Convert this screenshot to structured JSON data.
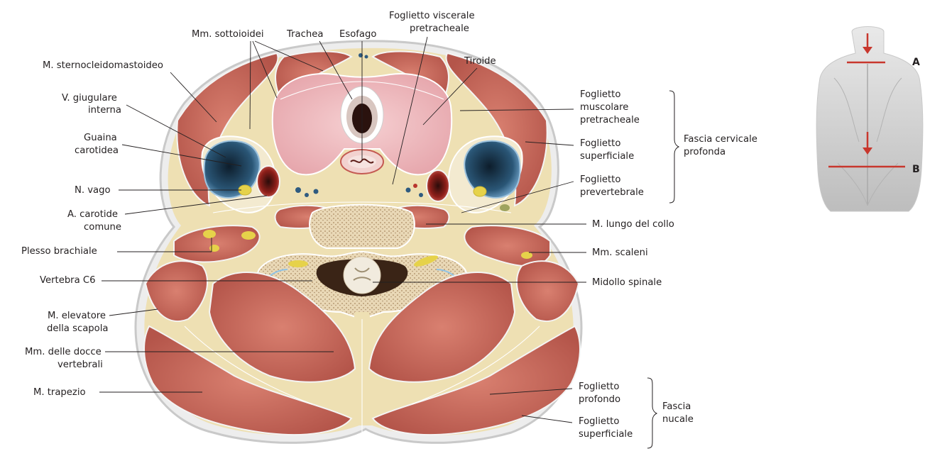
{
  "left_labels": {
    "sternocleido": "M. sternocleidomastoideo",
    "giugulare_1": "V. giugulare",
    "giugulare_2": "interna",
    "guaina_1": "Guaina",
    "guaina_2": "carotidea",
    "vago": "N. vago",
    "carotide_1": "A. carotide",
    "carotide_2": "comune",
    "plesso": "Plesso brachiale",
    "vertebra": "Vertebra C6",
    "elevatore_1": "M. elevatore",
    "elevatore_2": "della scapola",
    "docce_1": "Mm. delle docce",
    "docce_2": "vertebrali",
    "trapezio": "M. trapezio"
  },
  "top_labels": {
    "sottoioidei": "Mm. sottoioidei",
    "trachea": "Trachea",
    "esofago": "Esofago",
    "viscerale_1": "Foglietto viscerale",
    "viscerale_2": "pretracheale",
    "tiroide": "Tiroide"
  },
  "right_labels": {
    "muscolare_1": "Foglietto",
    "muscolare_2": "muscolare",
    "muscolare_3": "pretracheale",
    "superficiale_1": "Foglietto",
    "superficiale_2": "superficiale",
    "prevertebrale_1": "Foglietto",
    "prevertebrale_2": "prevertebrale",
    "fascia_cervicale_1": "Fascia cervicale",
    "fascia_cervicale_2": "profonda",
    "lungo_collo": "M. lungo del collo",
    "scaleni": "Mm. scaleni",
    "midollo": "Midollo spinale",
    "profondo_1": "Foglietto",
    "profondo_2": "profondo",
    "nucale_sup_1": "Foglietto",
    "nucale_sup_2": "superficiale",
    "fascia_nucale_1": "Fascia",
    "fascia_nucale_2": "nucale"
  },
  "inset": {
    "marker_a": "A",
    "marker_b": "B",
    "arrow_color": "#c8372d"
  },
  "colors": {
    "muscle": "#c96a5a",
    "muscle_dark": "#a84a3c",
    "fat": "#efe2b8",
    "bone": "#e8d6b4",
    "thyroid": "#f0bcc0",
    "vein": "#3a6f96",
    "artery": "#b8362e",
    "nerve": "#e6d24a",
    "fascia": "#ffffff",
    "skin": "#d9d9d9"
  }
}
